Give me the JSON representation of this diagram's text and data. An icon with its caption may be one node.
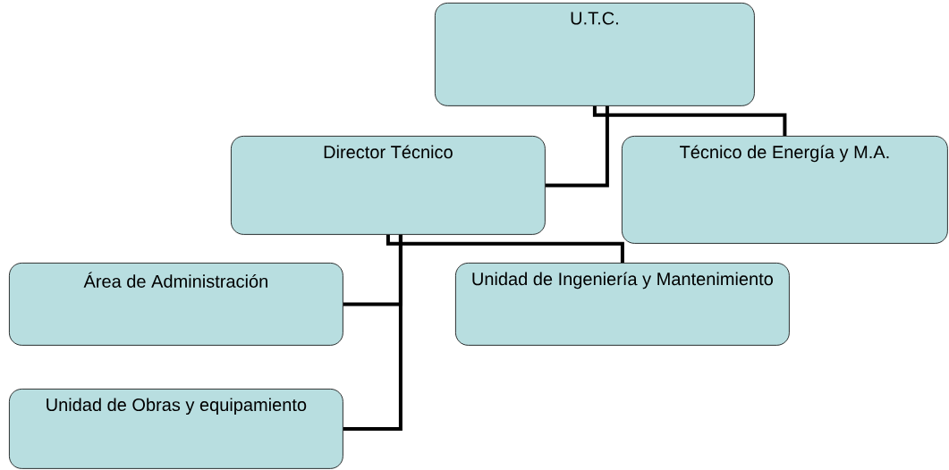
{
  "diagram": {
    "nodes": [
      {
        "text": [
          "U.T.C."
        ]
      },
      {
        "text": [
          "Director Técnico"
        ]
      },
      {
        "text": [
          "Técnico de Energía y M.A."
        ]
      },
      {
        "text": [
          "Área de Administración"
        ]
      },
      {
        "text": [
          "Unidad de Ingeniería y Mantenimiento"
        ]
      },
      {
        "text": [
          "Unidad de Obras y equipamiento"
        ]
      }
    ],
    "edges": [
      {
        "from": 0,
        "to": 1,
        "arrow": "none"
      },
      {
        "from": 0,
        "to": 2,
        "arrow": "none"
      },
      {
        "from": 1,
        "to": 3,
        "arrow": "none"
      },
      {
        "from": 1,
        "to": 4,
        "arrow": "none"
      },
      {
        "from": 1,
        "to": 5,
        "arrow": "none"
      }
    ]
  }
}
